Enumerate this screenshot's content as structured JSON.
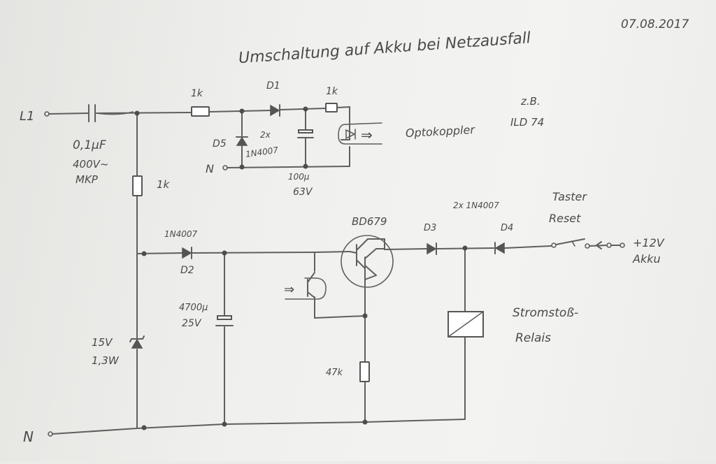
{
  "title": "Umschaltung auf Akku bei Netzausfall",
  "date": "07.08.2017",
  "labels": {
    "l1": "L1",
    "n_top": "N",
    "n_bottom": "N",
    "cap_value": "0,1µF",
    "cap_voltage": "400V~",
    "cap_type": "MKP",
    "r_top": "1k",
    "d1": "D1",
    "r_opto": "1k",
    "zb": "z.B.",
    "ild74": "ILD 74",
    "optokoppler": "Optokoppler",
    "d5": "D5",
    "d5_count": "2x",
    "d5_type": "1N4007",
    "c_opto_value": "100µ",
    "c_opto_voltage": "63V",
    "r_vert": "1k",
    "d2_type": "1N4007",
    "d2": "D2",
    "c_main_value": "4700µ",
    "c_main_voltage": "25V",
    "zener_voltage": "15V",
    "zener_power": "1,3W",
    "transistor": "BD679",
    "diodes_type": "2x 1N4007",
    "d3": "D3",
    "d4": "D4",
    "taster": "Taster",
    "reset": "Reset",
    "plus12v": "+12V",
    "akku": "Akku",
    "r_base": "47k",
    "relay_line1": "Stromstoß-",
    "relay_line2": "Relais",
    "opto_arrow_right": "⇒",
    "opto_arrow_left": "⇒"
  },
  "colors": {
    "paper": "#f0f0ee",
    "pencil": "#5f5f5f",
    "text": "#4a4a4a"
  }
}
